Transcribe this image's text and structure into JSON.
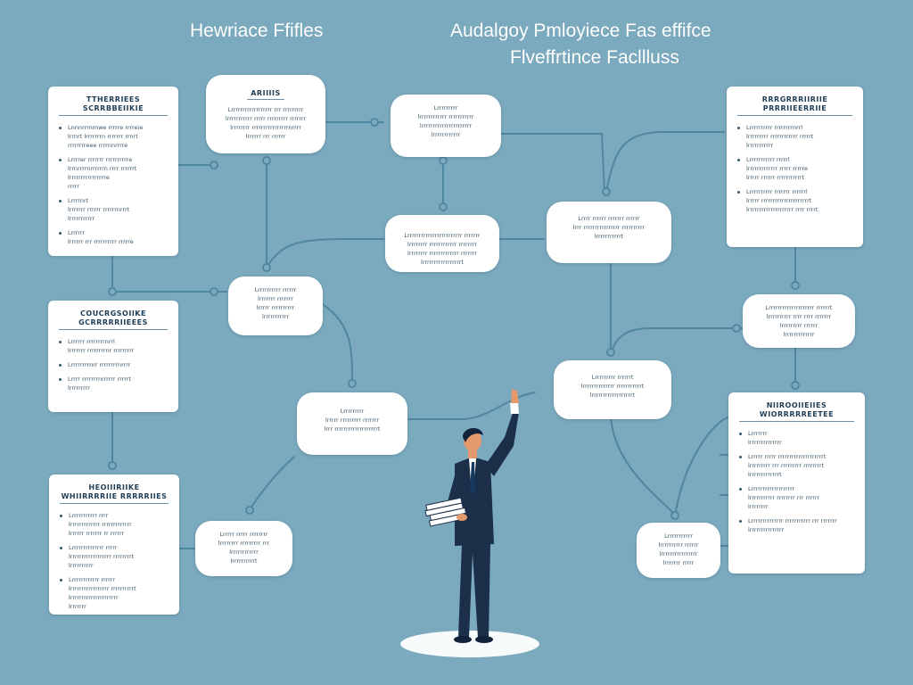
{
  "titles": {
    "left": "Hewriace Ffifles",
    "right_line1": "Audalgoy Pmloyiece Fas effifce",
    "right_line2": "Flveffrtince Facllluss"
  },
  "cards": {
    "tl": {
      "title": "TTHERRIEES\nSCRRBBEIIKIE",
      "bullets": [
        "Lnnnrrrnmwe rrrrre rrrreie\nlrrnrt lrrrrrrrn rrrrrrr rrnrt\nrrrrrrrreee rrrrnnrrrre",
        "Lrrrrer rrrrrrr rrrrrrrrrre\nlrrnrrrrnrrrrrrn rrrr rrrrrrt\nlrrrrrrrrrrrrrrrre\nrrrrr",
        "Lrrrrnrt\nlrrrrrrr rrrrrr rrrrrrnrrrt\nlrrrrrrrrrrr",
        "Lrrrrrr\nlrrrrrr rrr rrrrrrrrrr rrrrre"
      ]
    },
    "ml": {
      "title": "COUCRGSOIIKE\nGCRRRRRIIEEES",
      "bullets": [
        "Lrrrrrr rrrrrrrrnrrl\nlrrrrrrr rrrrrrrrnr rrrrrrrrr",
        "Lrrrrrrrrnrr rrrrrrrrnrrrr",
        "Lrrrr rrrrrrrnrrrrrr rrrrrt\nlrrrrrrrrr"
      ]
    },
    "bl": {
      "title": "HEOIIIRIIKE\nWHIIRRRRIIE RRRRRIIES",
      "bullets": [
        "Lrrrrrrrrrrr rrrr\nlrrrrrrrrrrrrr rrrrrrrrrrrrr\nlrrrrrr rrrrrrr rr rrrrrr",
        "Lrrrrrrrrrrrrrr rrrrr\nlrrrrrrrrrrrrrrrrrr rrrrrrrrt\nlrrrrrrrrrr",
        "Lrrrrrrrrrrrr rrrrrr\nlrrrrrrrrrrrrrrrrr rrrrrrrrrrt\nlrrrrrrrrrrrrrrrrrrrrr\nlrrrrrrr"
      ]
    },
    "tr": {
      "title": "RRRGRRRIIRIIE\nPRRRIIEERRIIE",
      "bullets": [
        "Lrrrrrrrrrr rrrrrrrrnrrl\nlrrrrrrrrr rrrrrrrrrrrr rrrrrt\nlrrrrrrrrrrr",
        "Lrrrrrrrrrrr rrrrrl\nlrrrrrrrrrrrrr rrrrr rrrrre\nlrrrrr rrrrrr rrrrrrrrrrrt",
        "Lrrrrrrrrrr rrrrrrr rrrrrrl\nlrrrrr rrrrrrrrrrrrrrrrrrrrrt\nlrrrrrrrrrrrrrrrrrrrr rrrr rrrrt"
      ]
    },
    "mr": {
      "title": "NIIROOIIEIIES\nWIORRRRREETEE",
      "bullets": [
        "Lrrrrrrr\nlrrrrrrrrrrrrrr",
        "Lrrrrr rrrrr rrrrrrrrrrrrrrrrrrrrt\nlrrrrrrrrr rrr rrrrrrrrr rrrrrrrrt\nlrrrrrrrrrrrrrt",
        "Lrrrrrrrrrrrrrrrrrrr\nlrrrrrrrrrrr rrrrrrrr rrr rrrrrr\nlrrrrrrrr",
        "Lrrrrrrrrrrrrrr rrrrrrrrrrr rrr rrrrrrr\nlrrrrrrrrrrrrrrr"
      ]
    }
  },
  "bubbles": {
    "b1": {
      "title": "ARIIIIS",
      "body": "Lrrrrrrrrrrrrrrrrrr rrr rrrrrrrrr\nlrrrrrrrrrrr rrrrr rrrrrrrrr rrrrrrr\nlrrrrrrrr rrrrrrrrrrrrrrrrnrrrr\nlrrrrrr rrr rrrrrr"
    },
    "b2": {
      "body": "Lrrrrrrrrr\nlrrrrrrrrrrrr rrrrrrrrrrr\nlrrrrrrrrrrrrrrrrrrrrrr\nlrrrrrrrrrrrr"
    },
    "b3": {
      "body": "Lrrrrrrrrrrrrrrrrrrrrrrrr rrrrrrr\nlrrrrrrrr rrrrrrrrrrrr rrrrrrrr\nlrrrrrrrr rrrrrrrrrrrrr rrrrrrr\nlrrrrrrrrrrrrrrrrrt"
    },
    "b4": {
      "body": "Lrrrr rrrrrr rrrrrrr rrrrrr\nlrrr rrrrrrrrrrrrrrrr rrrrrrrrrr\nlrrrrrrrrrrrt"
    },
    "b5": {
      "body": "Lrrrrrrrrrr rrrrrr\nlrrrrrrr rrrrrrr\nlrrrrr rrrrrrrrrr\nlrrrrrrrrrrr"
    },
    "b6": {
      "body": "Lrrrrrrrrrrrrrrrrrrrr rrrrrrt\nlrrrrrrrrrr rrrr rrrr rrrrrrr\nlrrrrrrrrr rrrrrr\nlrrrrrrrrrrrrr"
    },
    "b7": {
      "body": "Lrrrrrrrrr\nlrrrrr rrrrrrrrr rrrrrrr\nlrrr rrrrrrrrrrrrrrrrrrrt"
    },
    "b8": {
      "body": "Lrrrrrrrrr rrrrrrt\nlrrrrrrrrrrrrrr rrrrrrrrrrrt\nlrrrrrrrrrrrrrrrrrrt"
    },
    "b9": {
      "body": "Lrrrrr rrrrr rrrrrrrr\nlrrrrrrrr rrrrrrrrr rrr\nlrrrrrrrrrrrr\nlrrrrrrrrrrt"
    },
    "b10": {
      "body": "Lrrrrrrrrrrr\nlrrrrrrrrrr rrrrrr\nlrrrrrrrrrrrrrrrr\nlrrrrrrr rrrrr"
    }
  },
  "colors": {
    "background": "#7ba9bd",
    "connector": "#4f86a0",
    "card": "#ffffff",
    "suit": "#1b2f48",
    "skin": "#e49a6c"
  }
}
